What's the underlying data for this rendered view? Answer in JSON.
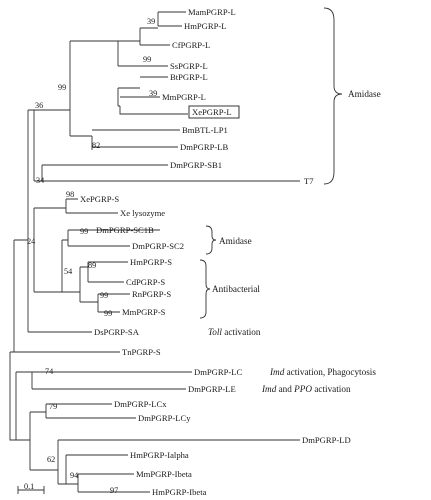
{
  "leaves": {
    "mam_pgrp_l": "MamPGRP-L",
    "hm_pgrp_l": "HmPGRP-L",
    "cf_pgrp_l": "CfPGRP-L",
    "ss_pgrp_l": "SsPGRP-L",
    "bt_pgrp_l": "BtPGRP-L",
    "mm_pgrp_l": "MmPGRP-L",
    "xe_pgrp_l": "XePGRP-L",
    "bm_btl_lp1": "BmBTL-LP1",
    "dm_pgrp_lb": "DmPGRP-LB",
    "dm_pgrp_sb1": "DmPGRP-SB1",
    "t7": "T7",
    "xe_pgrp_s": "XePGRP-S",
    "xe_lysozyme": "Xe lysozyme",
    "dm_pgrp_sc1b": "DmPGRP-SC1B",
    "dm_pgrp_sc2": "DmPGRP-SC2",
    "hm_pgrp_s": "HmPGRP-S",
    "cd_pgrp_s": "CdPGRP-S",
    "rn_pgrp_s": "RnPGRP-S",
    "mm_pgrp_s": "MmPGRP-S",
    "ds_pgrp_sa": "DsPGRP-SA",
    "tn_pgrp_s": "TnPGRP-S",
    "dm_pgrp_lc": "DmPGRP-LC",
    "dm_pgrp_le": "DmPGRP-LE",
    "dm_pgrp_lcx": "DmPGRP-LCx",
    "dm_pgrp_lcy": "DmPGRP-LCy",
    "dm_pgrp_ld": "DmPGRP-LD",
    "hm_pgrp_ialpha": "HmPGRP-Ialpha",
    "mm_pgrp_ibeta": "MmPGRP-Ibeta",
    "hm_pgrp_ibeta": "HmPGRP-Ibeta"
  },
  "bootstrap": {
    "n39a": "39",
    "n99a": "99",
    "n39b": "39",
    "n99b": "99",
    "n36": "36",
    "n82": "82",
    "n34": "34",
    "n98": "98",
    "n99c": "99",
    "n24": "24",
    "n89": "89",
    "n99d": "99",
    "n54": "54",
    "n99e": "99",
    "n74": "74",
    "n79": "79",
    "n62": "62",
    "n94": "94",
    "n97": "97"
  },
  "annotations": {
    "amidase_top": "Amidase",
    "amidase_mid": "Amidase",
    "antibacterial": "Antibacterial",
    "toll_italic": "Toll",
    "toll_rest": " activation",
    "imd_lc_italic": "Imd",
    "imd_lc_rest": " activation, Phagocytosis",
    "imd_le_italic": "Imd",
    "imd_le_and": " and ",
    "ppo_italic": "PPO",
    "ppo_rest": " activation"
  },
  "scale_bar": {
    "label": "0.1"
  }
}
